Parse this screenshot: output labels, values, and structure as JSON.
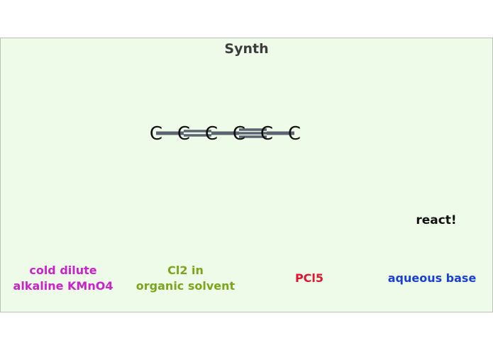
{
  "game": {
    "title": "Synth",
    "react_label": "react!",
    "molecule": {
      "atoms": [
        "C",
        "C",
        "C",
        "C",
        "C",
        "C"
      ],
      "bonds": [
        "single",
        "double",
        "single",
        "triple",
        "single"
      ]
    },
    "reagents": [
      {
        "line1": "cold dilute",
        "line2": "alkaline KMnO4",
        "color": "#cc22cc"
      },
      {
        "line1": "Cl2 in",
        "line2": "organic solvent",
        "color": "#7aa51c"
      },
      {
        "line1": "PCl5",
        "line2": "",
        "color": "#e0142e"
      },
      {
        "line1": "aqueous base",
        "line2": "",
        "color": "#1a3fd6"
      }
    ]
  }
}
